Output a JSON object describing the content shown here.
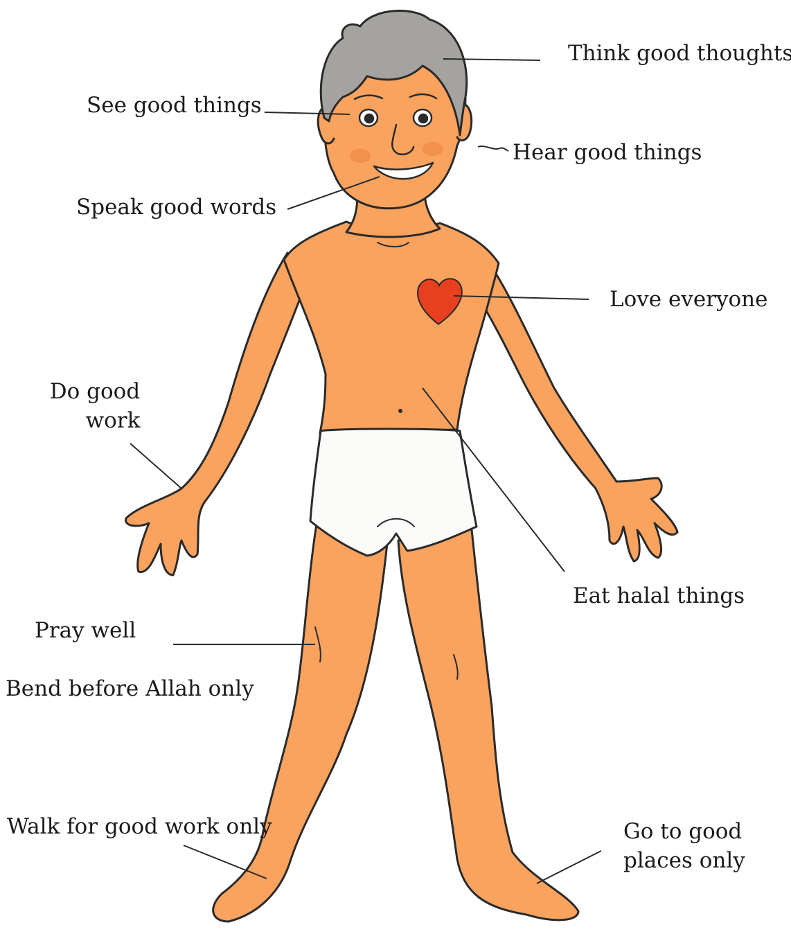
{
  "labels": {
    "think": "Think good thoughts",
    "see": "See good things",
    "hear": "Hear good things",
    "speak": "Speak good words",
    "love": "Love everyone",
    "do_work_line1": "Do good",
    "do_work_line2": "work",
    "eat": "Eat halal things",
    "pray": "Pray well",
    "bend": "Bend before Allah only",
    "walk": "Walk for good work only",
    "go_line1": "Go to good",
    "go_line2": "places only"
  },
  "colors": {
    "skin": "#f9a35f",
    "skin_shade": "#f08a45",
    "hair": "#a5a3a0",
    "heart": "#e8401f",
    "shorts": "#fbfbfa",
    "outline": "#2a2a2a",
    "text": "#1a1a1a"
  }
}
